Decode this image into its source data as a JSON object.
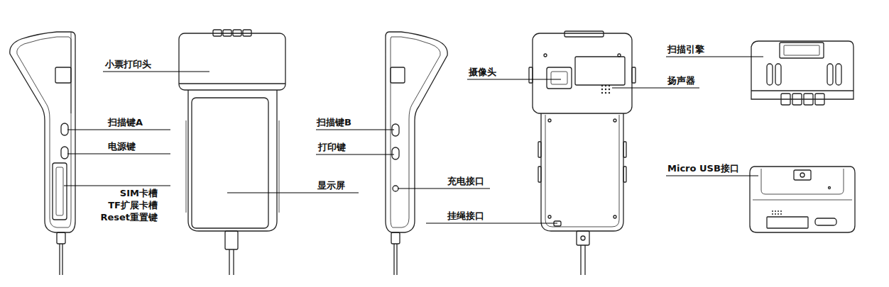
{
  "diagram": {
    "labels": [
      "小票打印头",
      "扫描键A",
      "电源键",
      "SIM卡槽",
      "TF扩展卡槽",
      "Reset重置键",
      "显示屏",
      "扫描键B",
      "打印键",
      "充电接口",
      "挂绳接口",
      "摄像头",
      "扬声器",
      "扫描引擎",
      "Micro USB接口"
    ]
  }
}
